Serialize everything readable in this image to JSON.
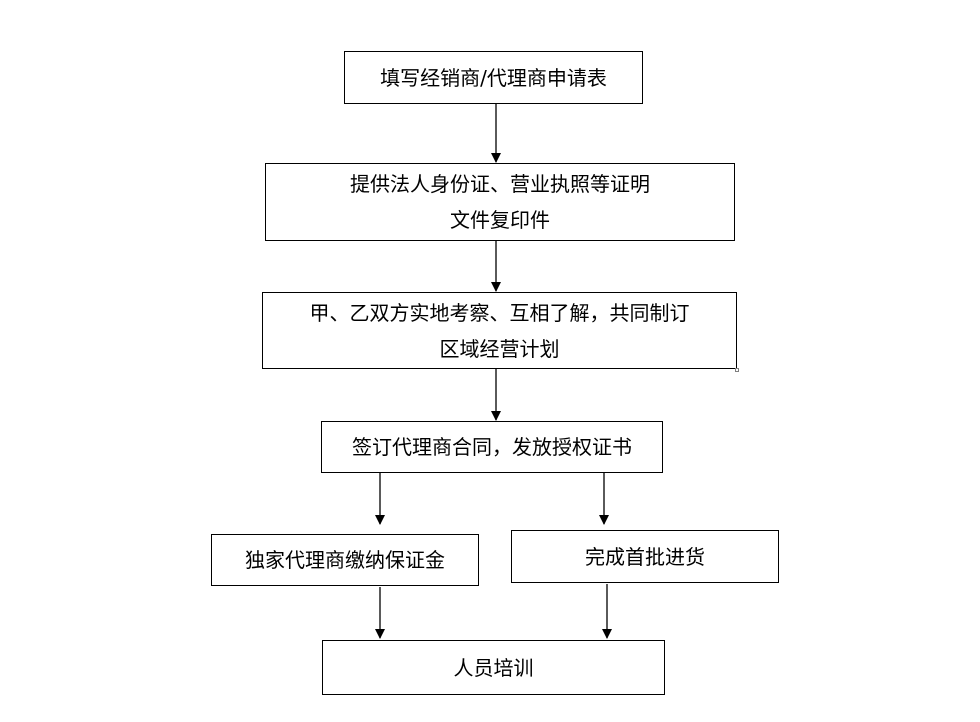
{
  "flowchart": {
    "steps": {
      "apply": {
        "line1": "填写经销商/代理商申请表"
      },
      "documents": {
        "line1": "提供法人身份证、营业执照等证明",
        "line2": "文件复印件"
      },
      "inspection": {
        "line1": "甲、乙双方实地考察、互相了解，共同制订",
        "line2": "区域经营计划"
      },
      "contract": {
        "line1": "签订代理商合同，发放授权证书"
      },
      "deposit": {
        "line1": "独家代理商缴纳保证金"
      },
      "first_order": {
        "line1": "完成首批进货"
      },
      "training": {
        "line1": "人员培训"
      }
    }
  }
}
